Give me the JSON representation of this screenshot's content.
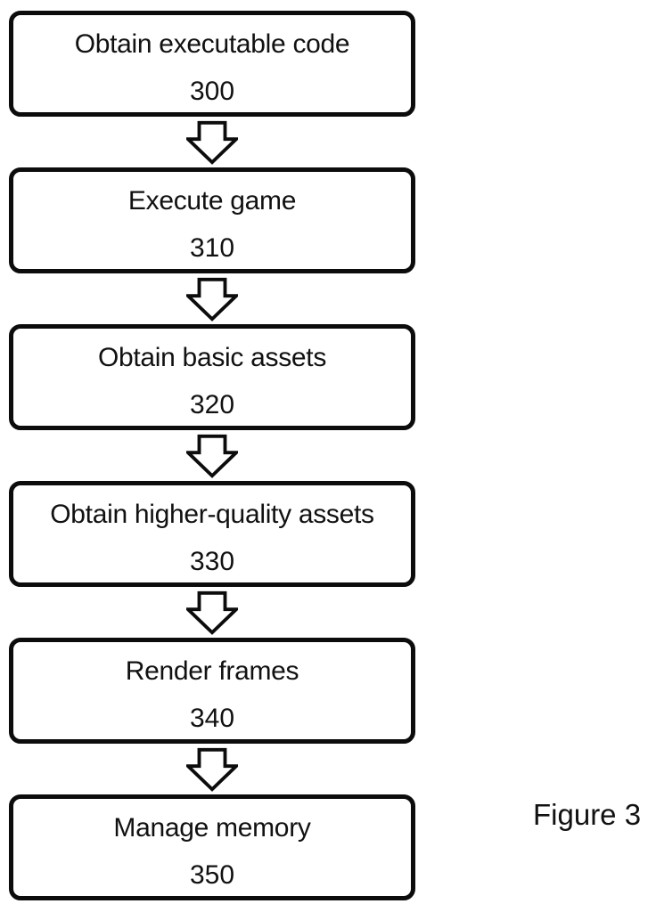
{
  "figure_label": "Figure 3",
  "flowchart": {
    "steps": [
      {
        "label": "Obtain executable code",
        "number": "300"
      },
      {
        "label": "Execute game",
        "number": "310"
      },
      {
        "label": "Obtain basic assets",
        "number": "320"
      },
      {
        "label": "Obtain higher-quality assets",
        "number": "330"
      },
      {
        "label": "Render frames",
        "number": "340"
      },
      {
        "label": "Manage memory",
        "number": "350"
      }
    ]
  },
  "colors": {
    "background": "#ffffff",
    "box_border": "#0c0c0c",
    "box_fill": "#ffffff",
    "text": "#111111"
  }
}
